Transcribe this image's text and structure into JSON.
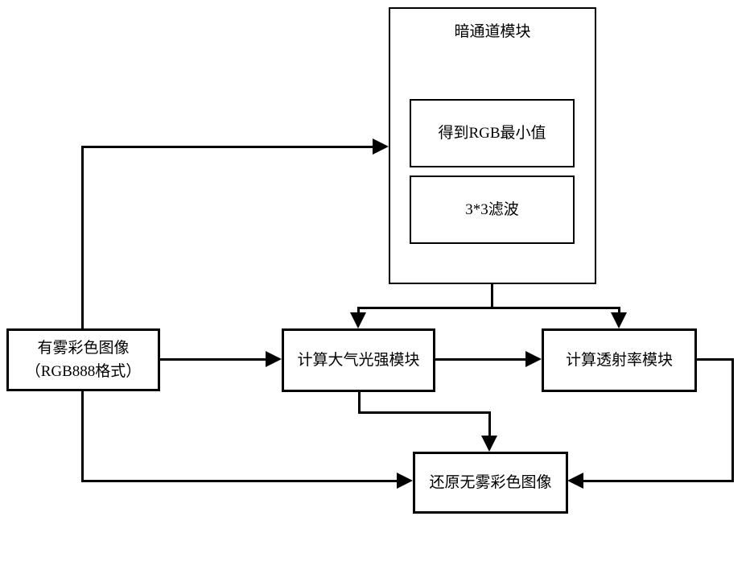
{
  "colors": {
    "stroke": "#000000",
    "background": "#ffffff"
  },
  "nodes": {
    "dark_channel": {
      "label": "暗通道模块"
    },
    "rgb_min": {
      "label": "得到RGB最小值"
    },
    "filter_3x3": {
      "label": "3*3滤波"
    },
    "foggy_image": {
      "line1": "有雾彩色图像",
      "line2": "（RGB888格式）"
    },
    "atmospheric_light": {
      "label": "计算大气光强模块"
    },
    "transmittance": {
      "label": "计算透射率模块"
    },
    "restore_image": {
      "label": "还原无雾彩色图像"
    }
  }
}
